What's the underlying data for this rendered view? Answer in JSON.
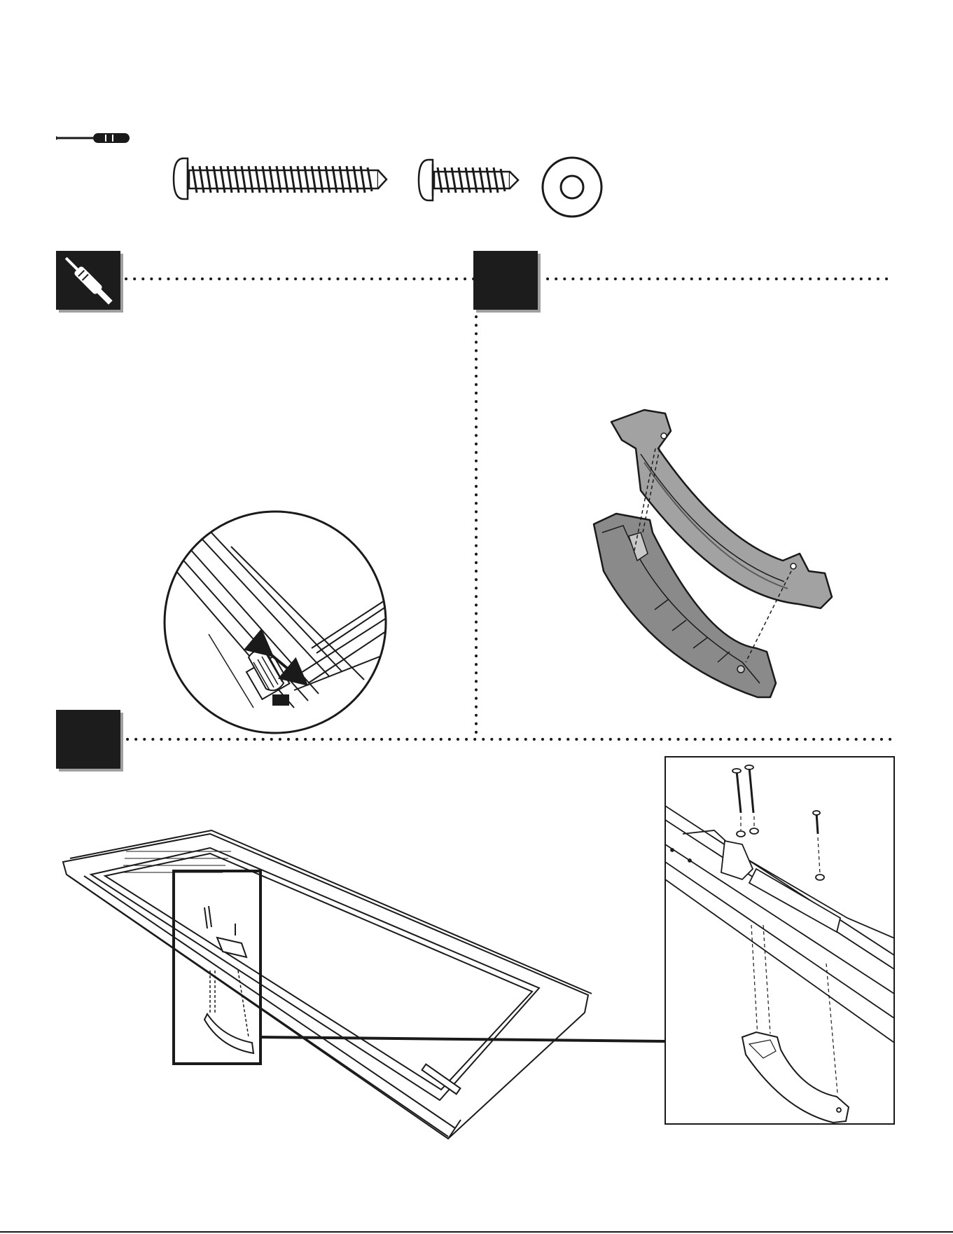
{
  "page": {
    "title": "",
    "text": []
  },
  "hardware": {
    "tool": "screwdriver-icon",
    "items": [
      "long-screw-icon",
      "short-screw-icon",
      "washer-icon"
    ]
  },
  "steps": [
    {
      "id": "tip",
      "icon": "screwdriver-icon",
      "label": ""
    },
    {
      "id": "step-a",
      "icon": "",
      "label": ""
    },
    {
      "id": "step-b",
      "icon": "",
      "label": ""
    }
  ],
  "colors": {
    "ink": "#1a1a1a",
    "part_gray": "#9a9a9a",
    "part_dark": "#6e6e6e",
    "badge": "#1c1c1c",
    "badge_shadow": "#a0a0a0"
  }
}
